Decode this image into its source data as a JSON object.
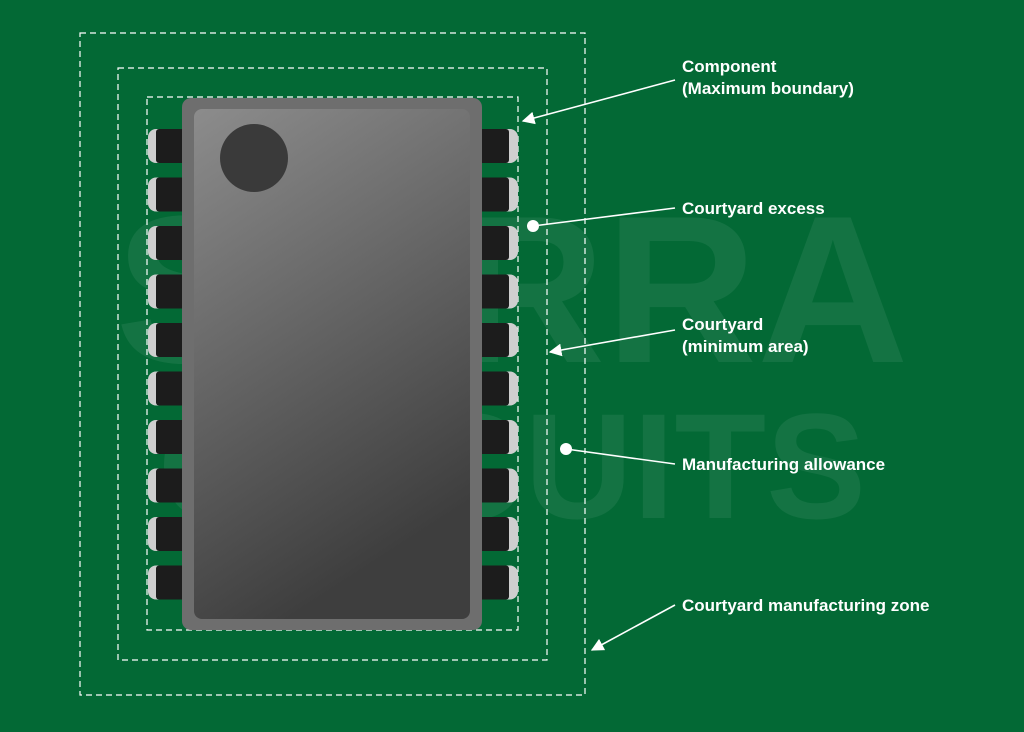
{
  "colors": {
    "background": "#036935",
    "label_text": "#ffffff",
    "dashed_outline": "#ffffff",
    "component_body": "#6e6e6e",
    "component_top_light": "#8a8a8a",
    "component_top_dark": "#3f3f3f",
    "pin_dark": "#1c1c1c",
    "pin_tip": "#cfcfcf",
    "pin1_dot": "#3a3a3a"
  },
  "watermark": {
    "line1": "SIERRA",
    "line2": "CIRCUITS"
  },
  "labels": {
    "component": [
      "Component",
      "(Maximum boundary)"
    ],
    "courtyard_excess": [
      "Courtyard excess"
    ],
    "courtyard": [
      "Courtyard",
      "(minimum area)"
    ],
    "manufacturing_allowance": [
      "Manufacturing allowance"
    ],
    "courtyard_manufacturing_zone": [
      "Courtyard manufacturing zone"
    ]
  },
  "component": {
    "pins_per_side": 10,
    "pin1_marker": "circle-dot"
  }
}
